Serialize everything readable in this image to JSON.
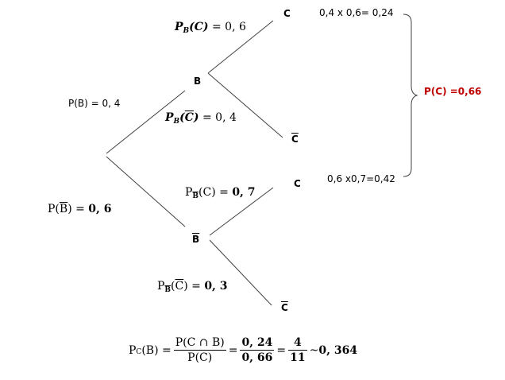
{
  "nodes": {
    "b": "B",
    "b_bar": "B",
    "c_top": "C",
    "c_bar_upper": "C",
    "c_lower": "C",
    "c_bar_lower": "C"
  },
  "edges": {
    "p_b": "P(B) = 0, 4",
    "p_b_bar_prefix": "P(",
    "p_b_bar_letter": "B",
    "p_b_bar_eq": ") = ",
    "p_b_bar_value": "0, 6",
    "pb_c_p": "P",
    "pb_c_sub": "B",
    "pb_c_arg": "(C)",
    "pb_c_eq": " = 0, 6",
    "pb_cbar_p": "P",
    "pb_cbar_sub": "B",
    "pb_cbar_open": "(",
    "pb_cbar_letter": "C",
    "pb_cbar_close": ")",
    "pb_cbar_eq": " = 0, 4",
    "pbbar_c_p": "P",
    "pbbar_c_sub": "B",
    "pbbar_c_arg": "(C) = ",
    "pbbar_c_value": "0, 7",
    "pbbar_cbar_p": "P",
    "pbbar_cbar_sub": "B",
    "pbbar_cbar_open": "(",
    "pbbar_cbar_letter": "C",
    "pbbar_cbar_close": ") = ",
    "pbbar_cbar_value": "0, 3"
  },
  "results": {
    "top_product": "0,4 x 0,6= 0,24",
    "bottom_product": "0,6 x0,7=0,42",
    "total": "P(C) =0,66"
  },
  "formula": {
    "lhs_p": "P",
    "lhs_sub": "C",
    "lhs_arg": "(B) =",
    "frac1_num": "P(C ∩ B)",
    "frac1_den": "P(C)",
    "eq1": "=",
    "frac2_num": "0, 24",
    "frac2_den": "0, 66",
    "eq2": "=",
    "frac3_num": "4",
    "frac3_den": "11",
    "approx": "~",
    "result": "0, 364"
  },
  "colors": {
    "line": "#404040",
    "highlight": "#c00000"
  }
}
